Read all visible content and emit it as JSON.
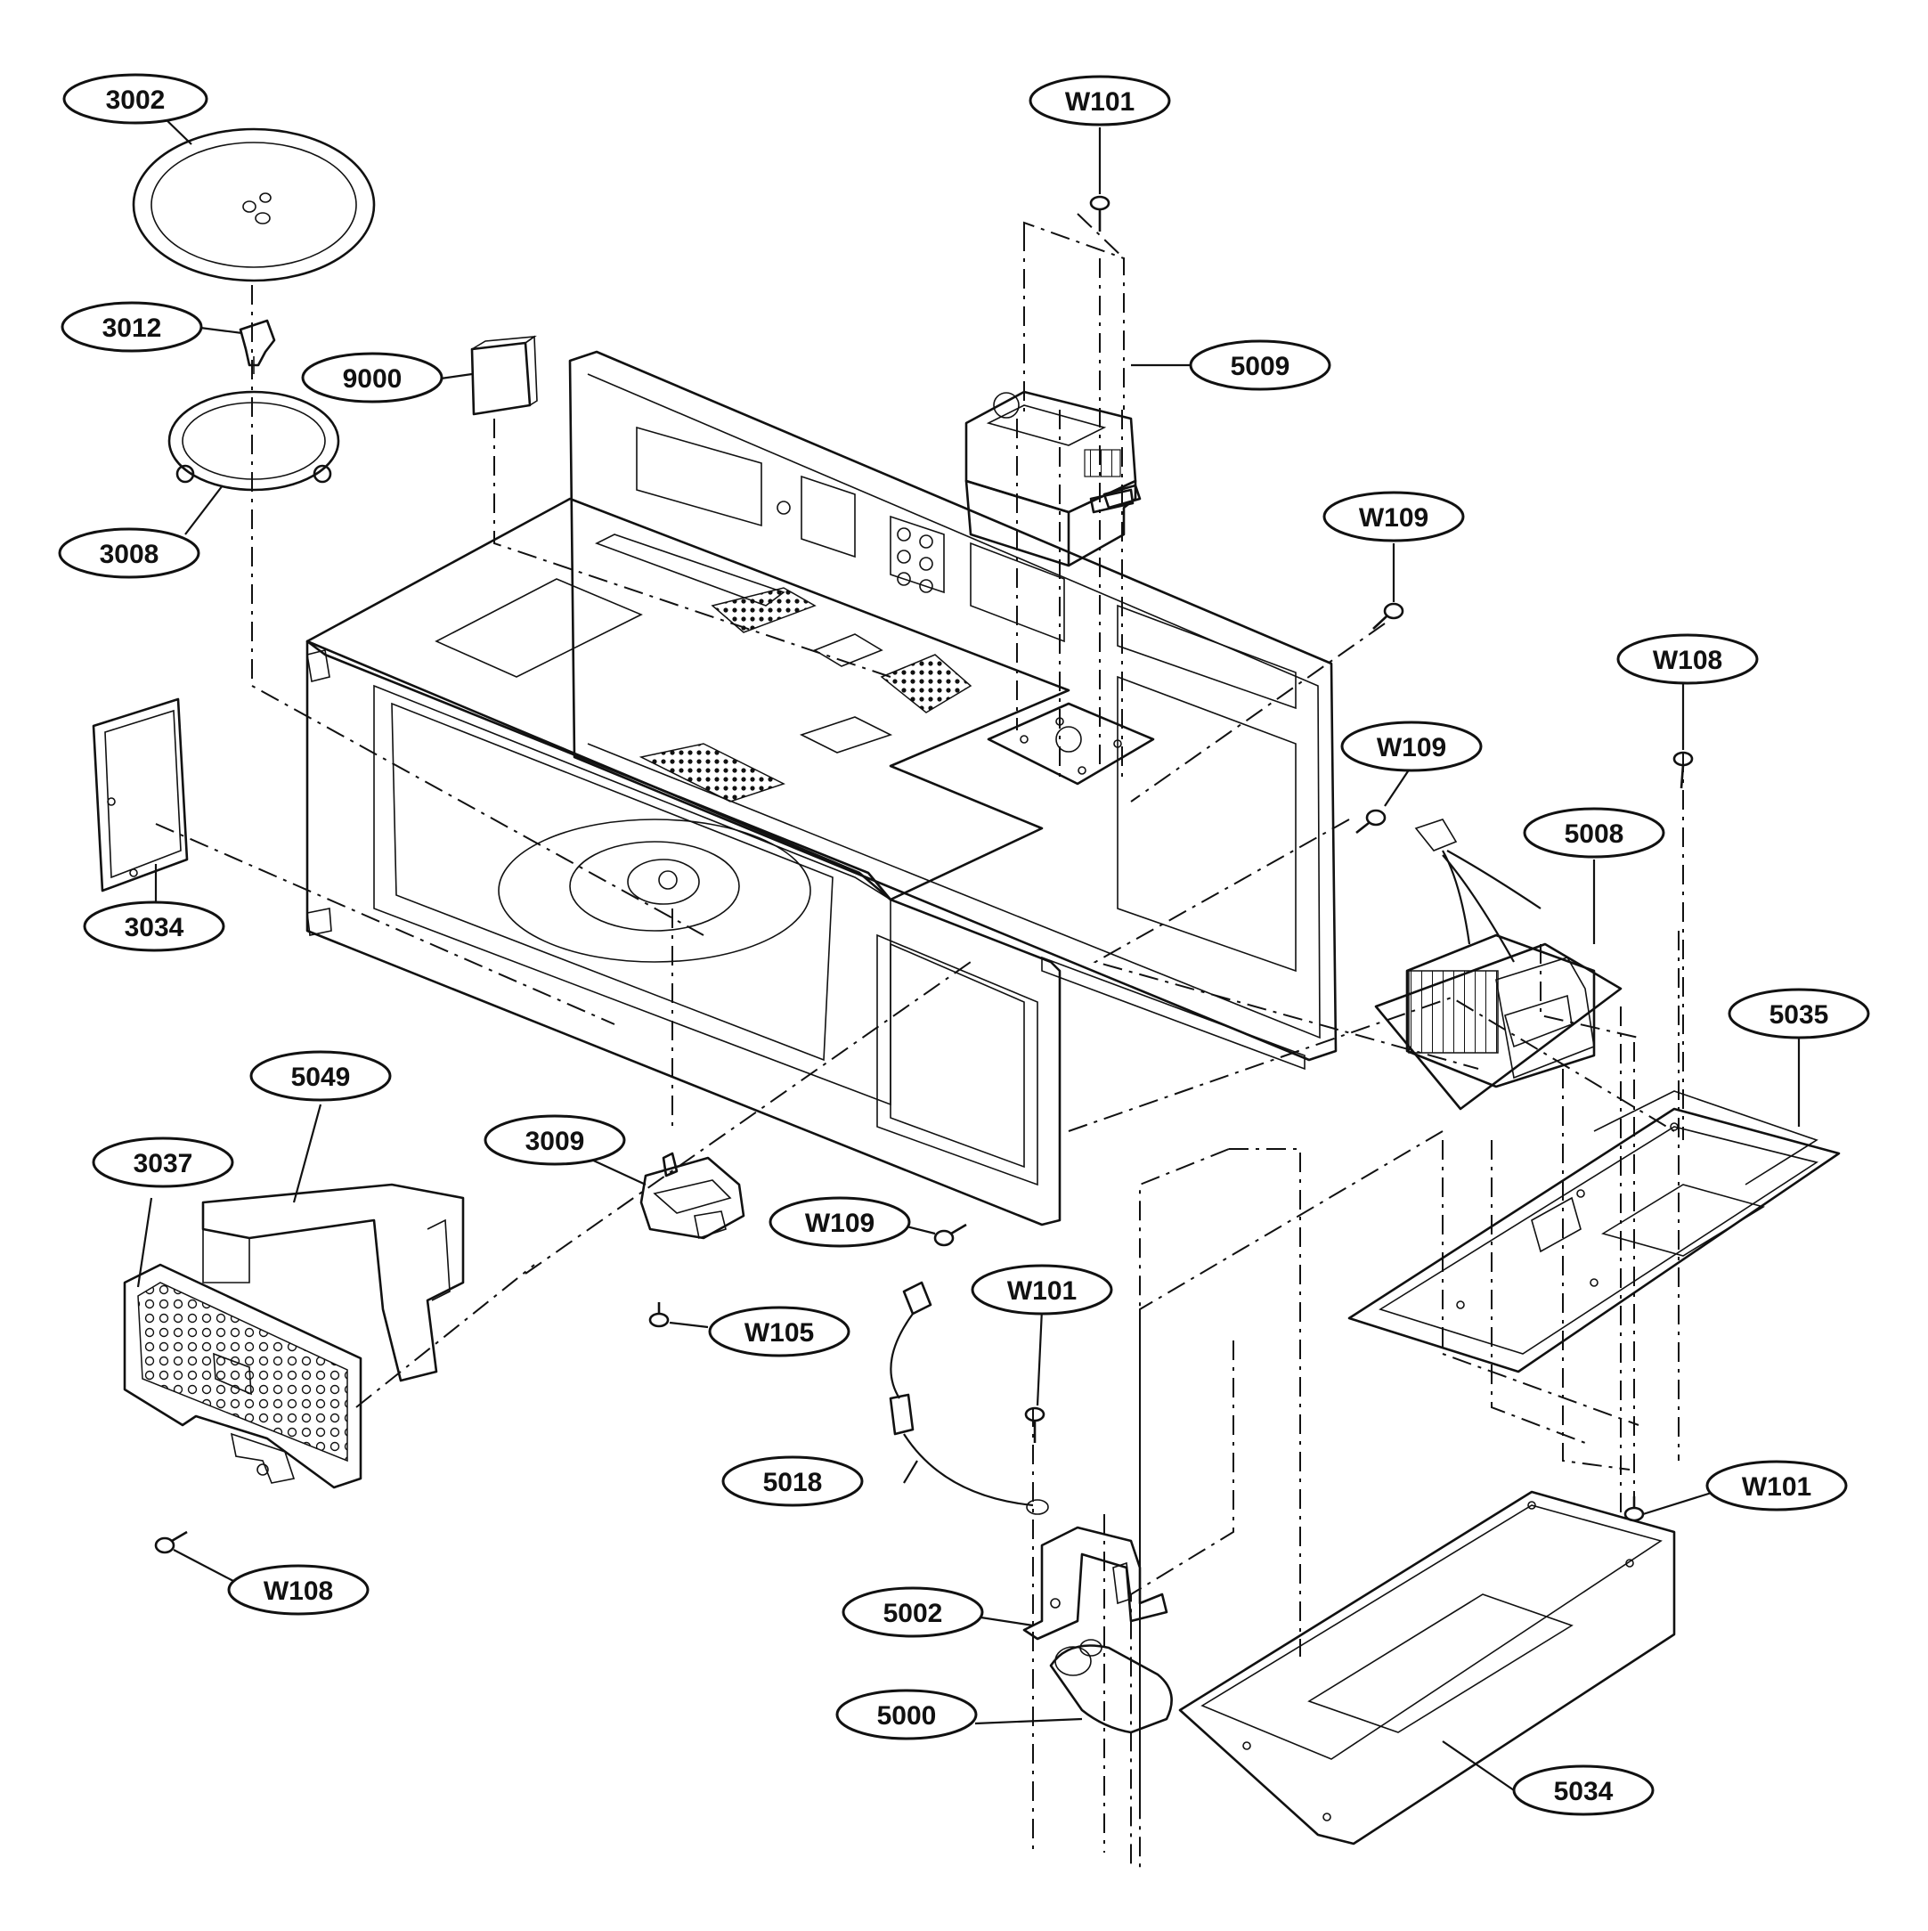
{
  "callouts": [
    {
      "id": "3002",
      "label": "3002"
    },
    {
      "id": "3012",
      "label": "3012"
    },
    {
      "id": "9000",
      "label": "9000"
    },
    {
      "id": "3008",
      "label": "3008"
    },
    {
      "id": "3034",
      "label": "3034"
    },
    {
      "id": "W101-top",
      "label": "W101"
    },
    {
      "id": "5009",
      "label": "5009"
    },
    {
      "id": "W109-a",
      "label": "W109"
    },
    {
      "id": "W108-right",
      "label": "W108"
    },
    {
      "id": "W109-b",
      "label": "W109"
    },
    {
      "id": "5008",
      "label": "5008"
    },
    {
      "id": "5035",
      "label": "5035"
    },
    {
      "id": "5049",
      "label": "5049"
    },
    {
      "id": "3037",
      "label": "3037"
    },
    {
      "id": "3009",
      "label": "3009"
    },
    {
      "id": "W109-c",
      "label": "W109"
    },
    {
      "id": "W105",
      "label": "W105"
    },
    {
      "id": "W101-mid",
      "label": "W101"
    },
    {
      "id": "5018",
      "label": "5018"
    },
    {
      "id": "W108-left",
      "label": "W108"
    },
    {
      "id": "W101-right",
      "label": "W101"
    },
    {
      "id": "5002",
      "label": "5002"
    },
    {
      "id": "5000",
      "label": "5000"
    },
    {
      "id": "5034",
      "label": "5034"
    }
  ]
}
